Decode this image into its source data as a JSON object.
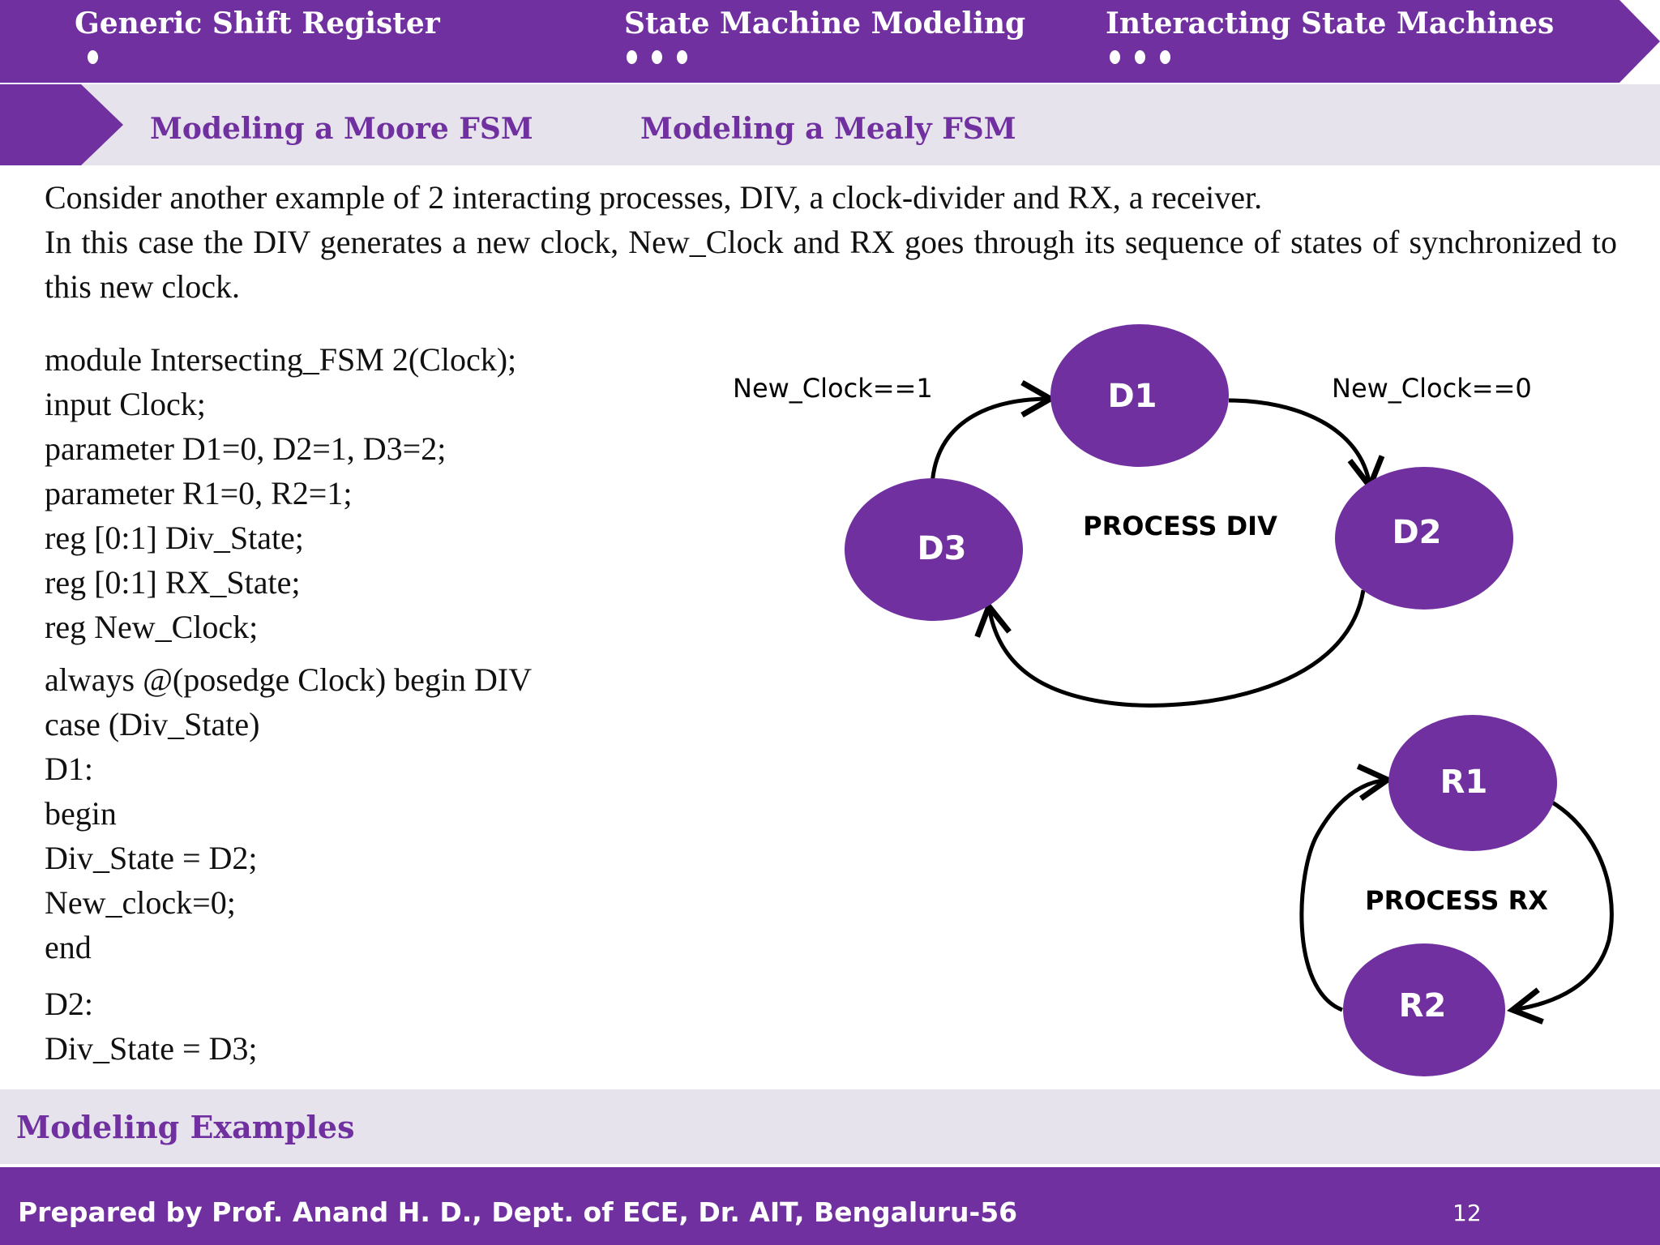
{
  "header": {
    "nav": [
      {
        "label": "Generic Shift Register",
        "dots": 1
      },
      {
        "label": "State Machine Modeling",
        "dots": 3
      },
      {
        "label": "Interacting State Machines",
        "dots": 3
      }
    ],
    "sub_nav": [
      "Modeling a Moore FSM",
      "Modeling a Mealy FSM"
    ]
  },
  "intro": {
    "line1": "Consider another example of 2 interacting processes, DIV, a clock-divider and RX, a receiver.",
    "line2": "In this case the DIV generates a new clock, New_Clock and RX goes through its sequence of states of synchronized to this new clock."
  },
  "code": [
    "module Intersecting_FSM 2(Clock);",
    "input Clock;",
    "parameter D1=0, D2=1, D3=2;",
    "parameter R1=0, R2=1;",
    "reg [0:1] Div_State;",
    "reg [0:1] RX_State;",
    "reg New_Clock;",
    "always @(posedge Clock) begin DIV",
    "case  (Div_State)",
    "D1:",
    "begin",
    "Div_State = D2;",
    "New_clock=0;",
    "end",
    "D2:",
    "Div_State = D3;"
  ],
  "diagram": {
    "div": {
      "states": [
        "D1",
        "D2",
        "D3"
      ],
      "title": "PROCESS DIV",
      "label_left": "New_Clock==1",
      "label_right": "New_Clock==0"
    },
    "rx": {
      "states": [
        "R1",
        "R2"
      ],
      "title": "PROCESS RX"
    },
    "colors": {
      "state_fill": "#7030a0",
      "arrow": "#000000"
    }
  },
  "footer": {
    "section": "Modeling Examples",
    "credit": "Prepared by Prof. Anand H. D., Dept. of ECE,  Dr. AIT, Bengaluru-56",
    "page": "12"
  },
  "colors": {
    "primary": "#7030a0",
    "light_band": "#e6e3ec"
  }
}
